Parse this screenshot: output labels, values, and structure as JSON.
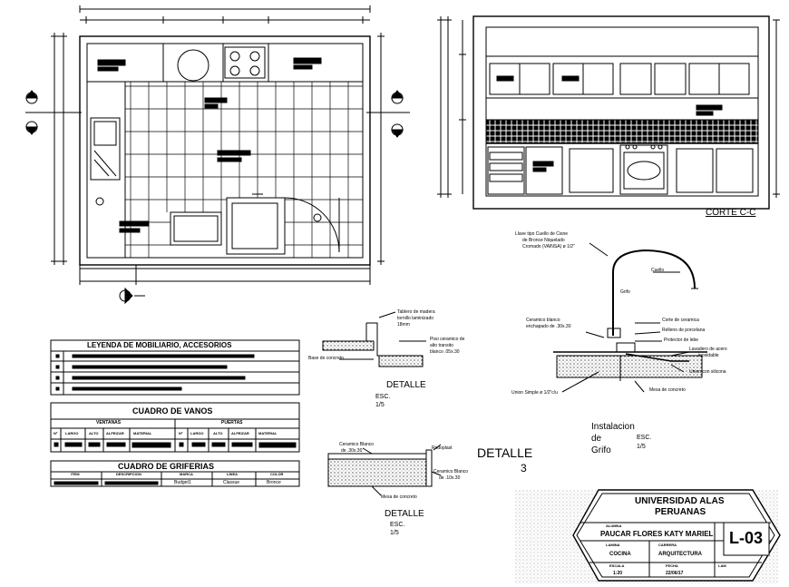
{
  "section": {
    "label": "CORTE C-C"
  },
  "legend_table": {
    "title": "LEYENDA DE MOBILIARIO, ACCESORIOS"
  },
  "vanos_table": {
    "title": "CUADRO DE VANOS",
    "group_headers": [
      "VENTANAS",
      "PUERTAS"
    ],
    "columns": [
      "Nº",
      "LARGO",
      "ALTO",
      "ALFEIZAR",
      "MATERIAL",
      "Nº",
      "LARGO",
      "ALTO",
      "ALFEIZAR",
      "MATERIAL"
    ]
  },
  "griferias_table": {
    "title": "CUADRO DE GRIFERIAS",
    "columns": [
      "ITEM",
      "DESCRIPCION",
      "MARCA",
      "LINEA",
      "COLOR"
    ],
    "row": [
      "Budget1",
      "Classue",
      "Bronce"
    ]
  },
  "detail1": {
    "notes": [
      "Tablero de madera",
      "tornillo laminizado",
      "18mm",
      "Piso ceramico de",
      "alto transito",
      "blanco .05x.30",
      "Base de concreto"
    ],
    "title": "DETALLE",
    "scale_label": "ESC.",
    "scale": "1/5"
  },
  "detail2": {
    "notes": [
      "Ceramico Blanco",
      "de .30x.30",
      "Rodoplast",
      "Ceramico Blanco",
      "de .10x.30",
      "Mesa de concreto"
    ],
    "title": "DETALLE",
    "scale_label": "ESC.",
    "scale": "1/5"
  },
  "detail3": {
    "title": "DETALLE",
    "number": "3"
  },
  "faucet_detail": {
    "notes": {
      "llave1": "Llave tipo Cuello de Cisne",
      "llave2": "de Bronce Niquelado",
      "llave3": "Cromado (VAINSA) ø 1/2\"",
      "cuello": "Cuello",
      "grifo": "Grifo",
      "ceramico1": "Ceramico blanco",
      "ceramico2": "enchapado de .30x.30",
      "corte": "Corte de ceramica",
      "relleno": "Relleno de porcelana",
      "protector": "Protector de lebe",
      "lavadero1": "Lavadero de acero",
      "lavadero2": "inoxidable",
      "union_silicona": "Union con silicona",
      "union_simple": "Union Simple ø 1/2\"c/u",
      "mesa": "Mesa de concreto"
    },
    "title_lines": [
      "Instalacion",
      "de",
      "Grifo"
    ],
    "scale_label": "ESC.",
    "scale": "1/5"
  },
  "title_block": {
    "university_line1": "UNIVERSIDAD ALAS",
    "university_line2": "PERUANAS",
    "alumna_label": "ALUMNA",
    "student": "PAUCAR FLORES KATY MARIEL",
    "lamina_label": "LAMINA",
    "lamina": "COCINA",
    "carrera_label": "CARRERA",
    "carrera": "ARQUITECTURA",
    "escala_label": "ESCALA",
    "escala": "1:20",
    "fecha_label": "FECHA",
    "fecha": "22/06/17",
    "sheet_label": "LAM",
    "sheet": "L-03"
  }
}
